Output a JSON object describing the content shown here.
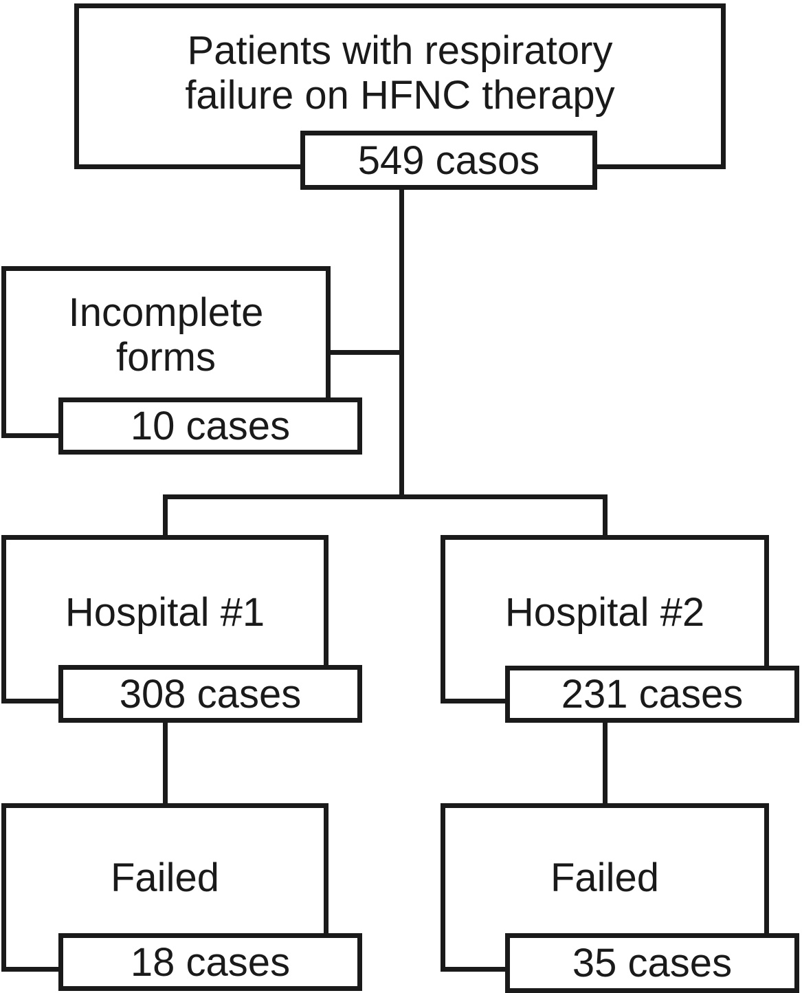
{
  "colors": {
    "line": "#1a1a1a",
    "background": "#ffffff"
  },
  "flowchart": {
    "root": {
      "line1": "Patients with respiratory",
      "line2": "failure on HFNC therapy",
      "count": "549 casos"
    },
    "excluded": {
      "line1": "Incomplete",
      "line2": "forms",
      "count": "10 cases"
    },
    "hospital1": {
      "label": "Hospital #1",
      "count": "308 cases"
    },
    "hospital2": {
      "label": "Hospital #2",
      "count": "231 cases"
    },
    "failed1": {
      "label": "Failed",
      "count": "18 cases"
    },
    "failed2": {
      "label": "Failed",
      "count": "35 cases"
    }
  }
}
